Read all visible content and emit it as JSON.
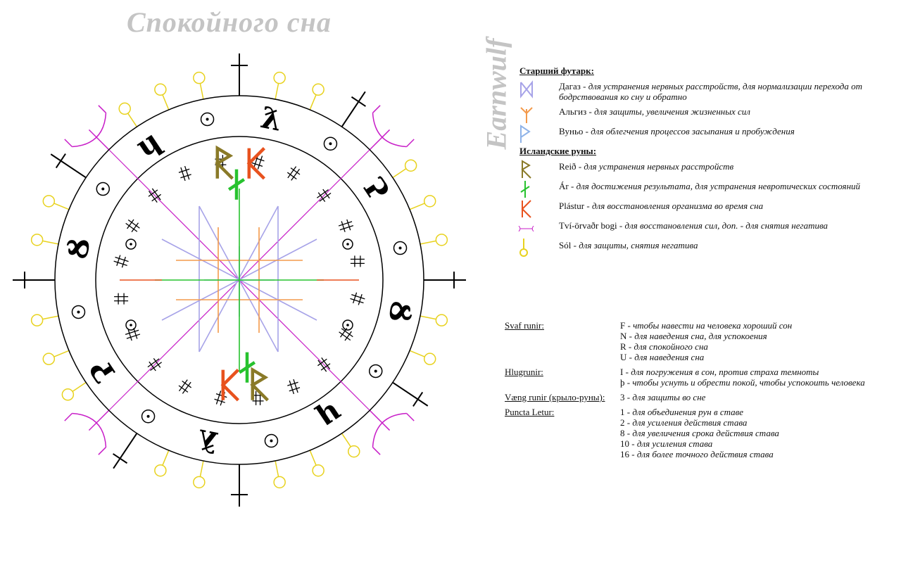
{
  "title": "Спокойного сна",
  "author": "Earnwulf",
  "legend": {
    "elder_header": "Старший футарк:",
    "elder": [
      {
        "rune": "Дагаз",
        "text": "для устранения нервных расстройств, для нормализации перехода от бодрствования ко сну и обратно",
        "color": "#a7a3e8",
        "icon": "dagaz-icon"
      },
      {
        "rune": "Альгиз",
        "text": "для защиты, увеличения жизненных сил",
        "color": "#f39a4b",
        "icon": "algiz-icon"
      },
      {
        "rune": "Вуньо",
        "text": "для облегчения процессов засыпания и пробуждения",
        "color": "#8fb3e8",
        "icon": "wunjo-icon"
      }
    ],
    "icelandic_header": "Исландские руны:",
    "icelandic": [
      {
        "rune": "Reið",
        "text": "для устранения нервных расстройств",
        "color": "#8a7a28",
        "icon": "reid-icon"
      },
      {
        "rune": "Ár",
        "text": "для достижения результата, для устранения невротических состояний",
        "color": "#27c22e",
        "icon": "ar-icon"
      },
      {
        "rune": "Plástur",
        "text": "для восстановления организма во время сна",
        "color": "#e8521e",
        "icon": "plastur-icon"
      },
      {
        "rune": "Tví-örvaðr bogi",
        "text": "для восстановления сил, доп. - для снятия негатива",
        "color": "#c81ec8",
        "icon": "bow-icon"
      },
      {
        "rune": "Sól",
        "text": "для защиты, снятия негатива",
        "color": "#e8d21e",
        "icon": "sol-icon"
      }
    ]
  },
  "runes_table": [
    {
      "key": "Svaf runir:",
      "items": [
        {
          "sym": "F",
          "text": "чтобы навести на человека хороший сон"
        },
        {
          "sym": "N",
          "text": "для наведения сна, для успокоения"
        },
        {
          "sym": "R",
          "text": "для спокойного сна"
        },
        {
          "sym": "U",
          "text": "для наведения сна"
        }
      ]
    },
    {
      "key": "Hlugrunir:",
      "items": [
        {
          "sym": "I",
          "text": "для погружения в сон, против страха темноты"
        },
        {
          "sym": "þ",
          "text": "чтобы уснуть и обрести покой, чтобы успокоить человека"
        }
      ]
    },
    {
      "key": "Væng runir (крыло-руны):",
      "items": [
        {
          "sym": "3",
          "text": "для защиты во сне"
        }
      ]
    },
    {
      "key": "Puncta Letur:",
      "items": [
        {
          "sym": "1",
          "text": "для объединения рун в ставе"
        },
        {
          "sym": "2",
          "text": "для усиления действия става"
        },
        {
          "sym": "8",
          "text": "для увеличения срока действия става"
        },
        {
          "sym": "10",
          "text": "для усиления става"
        },
        {
          "sym": "16",
          "text": "для более точного действия става"
        }
      ]
    }
  ]
}
